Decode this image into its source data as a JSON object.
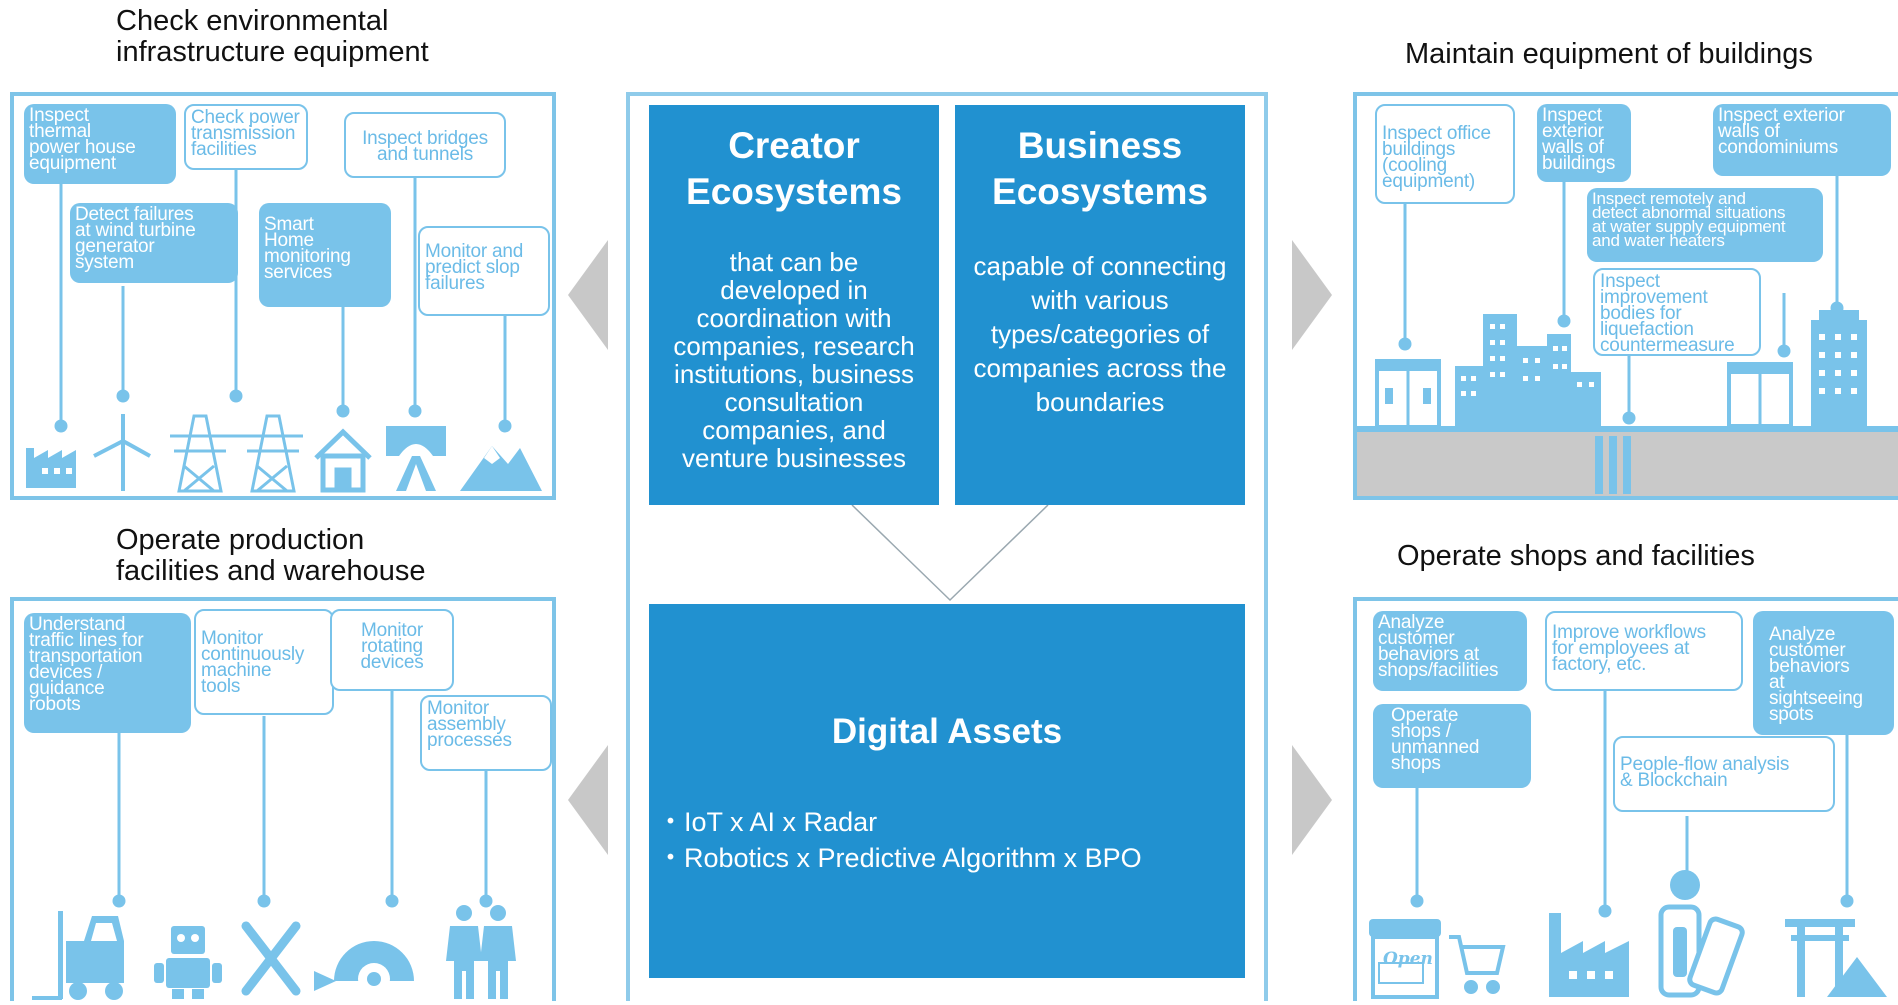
{
  "sections": {
    "env": {
      "heading": "Check environmental\ninfrastructure equipment",
      "callouts": [
        "Inspect\nthermal\npower house\nequipment",
        "Check power\ntransmission\nfacilities",
        "Inspect bridges\nand tunnels",
        "Detect failures\nat wind turbine\ngenerator\nsystem",
        "Smart\nHome\nmonitoring\nservices",
        "Monitor and\npredict slop\nfailures"
      ]
    },
    "production": {
      "heading": "Operate production\nfacilities and warehouse",
      "callouts": [
        "Understand\ntraffic lines for\ntransportation\ndevices /\nguidance\nrobots",
        "Monitor\ncontinuously\nmachine\ntools",
        "Monitor\nrotating\ndevices",
        "Monitor\nassembly\nprocesses"
      ]
    },
    "buildings": {
      "heading": "Maintain equipment of buildings",
      "callouts": [
        "Inspect office\nbuildings\n(cooling\nequipment)",
        "Inspect\nexterior\nwalls of\nbuildings",
        "Inspect exterior\nwalls of\ncondominiums",
        "Inspect remotely and\ndetect abnormal situations\nat water supply equipment\nand water heaters",
        "Inspect\nimprovement\nbodies for\nliquefaction\ncountermeasure"
      ]
    },
    "shops": {
      "heading": "Operate shops and facilities",
      "callouts": [
        "Analyze\ncustomer\nbehaviors at\nshops/facilities",
        "Improve workflows\nfor employees at\nfactory, etc.",
        "Analyze\ncustomer\nbehaviors\nat\nsightseeing\nspots",
        "Operate\nshops /\nunmanned\nshops",
        "People-flow analysis\n& Blockchain"
      ],
      "sign_text": "Open"
    }
  },
  "center": {
    "creator": {
      "title": "Creator\nEcosystems",
      "desc": "that can be\ndeveloped in\ncoordination with\ncompanies, research\ninstitutions, business\nconsultation\ncompanies, and\nventure businesses"
    },
    "business": {
      "title": "Business\nEcosystems",
      "desc": "capable of connecting\nwith various\ntypes/categories of\ncompanies across the\nboundaries"
    },
    "digital": {
      "title": "Digital Assets",
      "items": [
        "・IoT x AI x Radar",
        "・Robotics x Predictive Algorithm x BPO"
      ]
    }
  },
  "colors": {
    "dark_blue": "#2191d0",
    "light_blue": "#79c3ea",
    "frame_blue": "#8fcbea",
    "gray_arrow": "#c8c8c8"
  }
}
